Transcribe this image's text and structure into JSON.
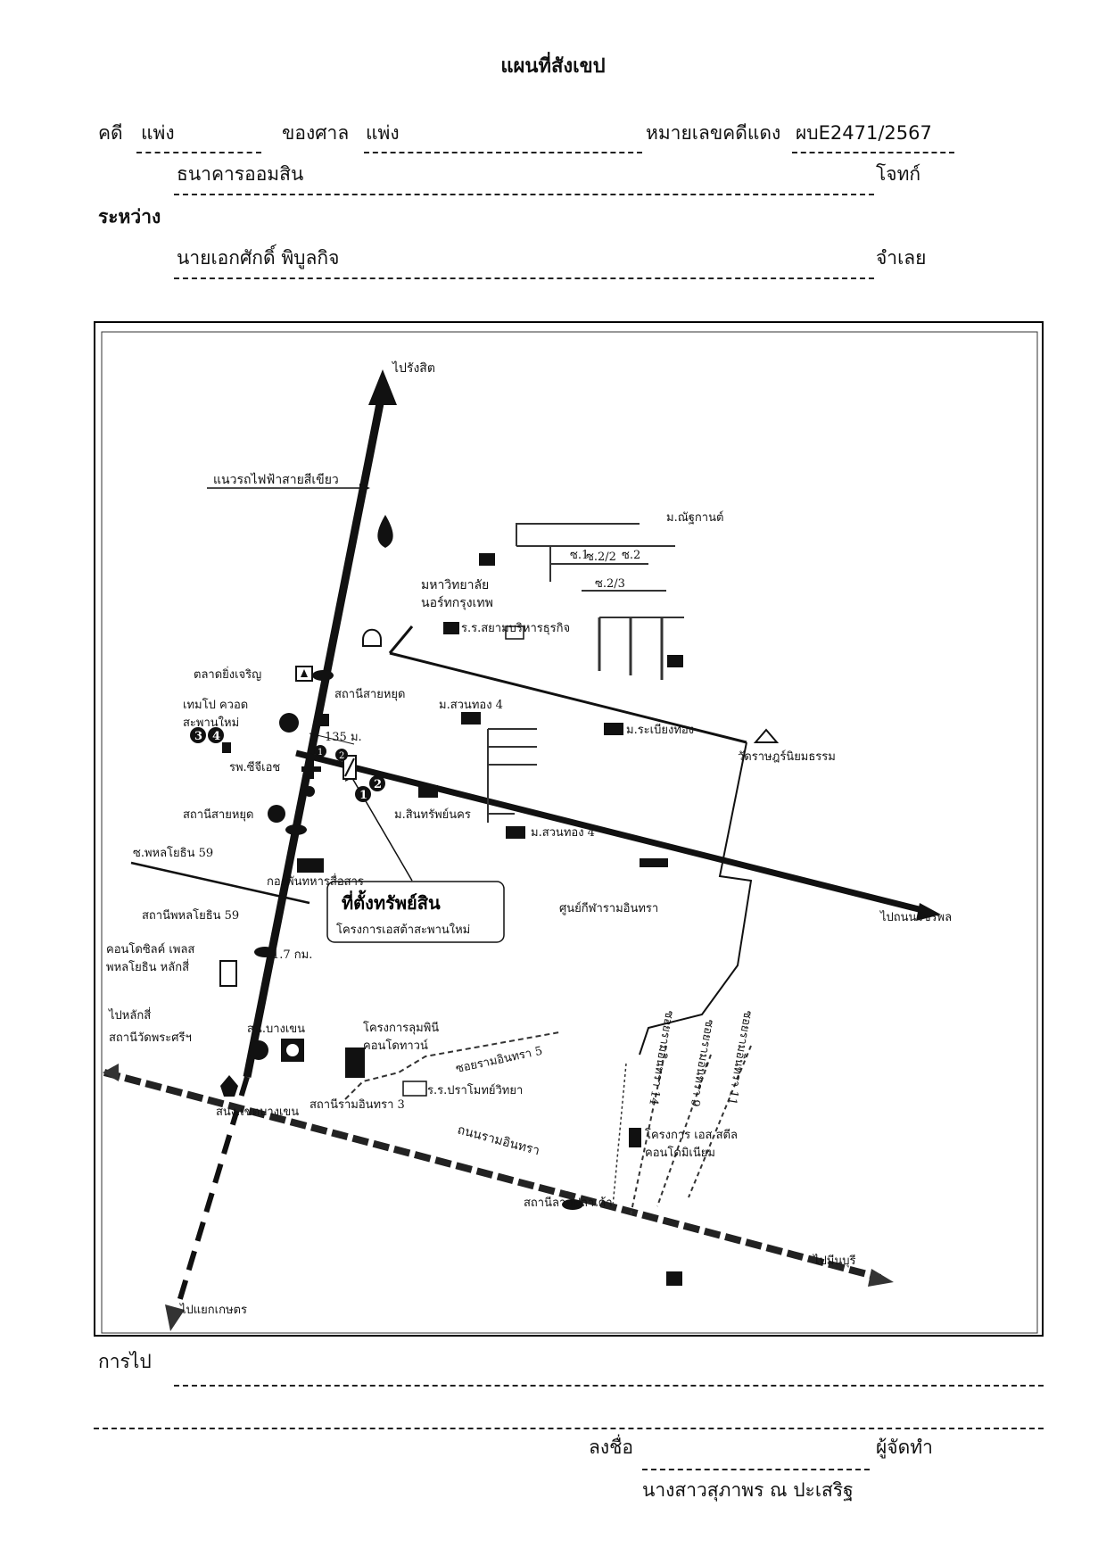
{
  "header": {
    "title": "แผนที่สังเขป",
    "case_label": "คดี",
    "case_type": "แพ่ง",
    "court_label": "ของศาล",
    "court_type": "แพ่ง",
    "red_case_label": "หมายเลขคดีแดง",
    "red_case_no": "ผบE2471/2567",
    "plaintiff_name": "ธนาคารออมสิน",
    "plaintiff_role": "โจทก์",
    "between_label": "ระหว่าง",
    "defendant_name": "นายเอกศักดิ์  พิบูลกิจ",
    "defendant_role": "จำเลย"
  },
  "map": {
    "north_dest": "ไปรังสิต",
    "green_line": "แนวรถไฟฟ้าสายสีเขียว",
    "north_bangkok_uni_1": "มหาวิทยาลัย",
    "north_bangkok_uni_2": "นอร์ทกรุงเทพ",
    "siam_school": "ร.ร.สยามบริหารธุรกิจ",
    "natthakan": "ม.ณัฐกานต์",
    "soi_2": "ซ.2",
    "soi_2_2": "ซ.2/2",
    "soi_2_3": "ซ.2/3",
    "soi_1": "ซ.1",
    "market": "ตลาดยิ่งเจริญ",
    "sai_yut_station": "สถานีสายหยุด",
    "tempo_1": "เทมโป ควอด",
    "tempo_2": "สะพานใหม่",
    "suan_thong_4_a": "ม.สวนทอง 4",
    "rabiang_thong": "ม.ระเบียงทอง",
    "dist_135": "135 ม.",
    "hospital": "รพ.ซีจีเอช",
    "wat": "วัดราษฎร์นิยมธรรม",
    "sai_yut_station_2": "สถานีสายหยุด",
    "sinsap": "ม.สินทรัพย์นคร",
    "suan_thong_4_b": "ม.สวนทอง 4",
    "phahon_soi": "ซ.พหลโยธิน 59",
    "signal_corps": "กองพันทหารสื่อสาร",
    "phahon_59_station": "สถานีพหลโยธิน 59",
    "watcharaphon": "ไปถนนวัชรพล",
    "sport_center": "ศูนย์กีฬารามอินทรา",
    "property_title": "ที่ตั้งทรัพย์สิน",
    "property_sub": "โครงการเอสต้าสะพานใหม่",
    "condo_1": "คอนโดซิลค์ เพลส",
    "condo_2": "พหลโยธิน หลักสี่",
    "dist_17": "1.7 กม.",
    "lak_si": "ไปหลักสี่",
    "bang_khen_station": "สถานีวัดพระศรีฯ",
    "bang_khen_office": "สน.บางเขน",
    "lumpini_1": "โครงการลุมพินี",
    "lumpini_2": "คอนโดทาวน์",
    "ramintra_soi": "ซอยรามอินทรา 5",
    "ramintra_3": "สถานีรามอินทรา 3",
    "pramot_school": "ร.ร.ปราโมทย์วิทยา",
    "district_office": "สนง.เขตบางเขน",
    "ramintra_road": "ถนนรามอินทรา",
    "ramintra_14": "ซอยรามอินทรา 14",
    "ramintra_9": "ซอยรามอินทรา 9",
    "ramintra_11": "ซอยรามอินทรา 11",
    "s_steel_1": "โครงการ เอส สตีล",
    "s_steel_2": "คอนโดมิเนียม",
    "lat_pla_khao": "สถานีลาดปลาเค้า",
    "min_buri": "ไปมีนบุรี",
    "kaset": "ไปแยกเกษตร",
    "n1": "1",
    "n2": "2",
    "n3": "3",
    "n4": "4"
  },
  "footer": {
    "directions_label": "การไป",
    "sign_label": "ลงชื่อ",
    "maker_role": "ผู้จัดทำ",
    "maker_name": "นางสาวสุภาพร ณ ปะเสริฐ"
  }
}
